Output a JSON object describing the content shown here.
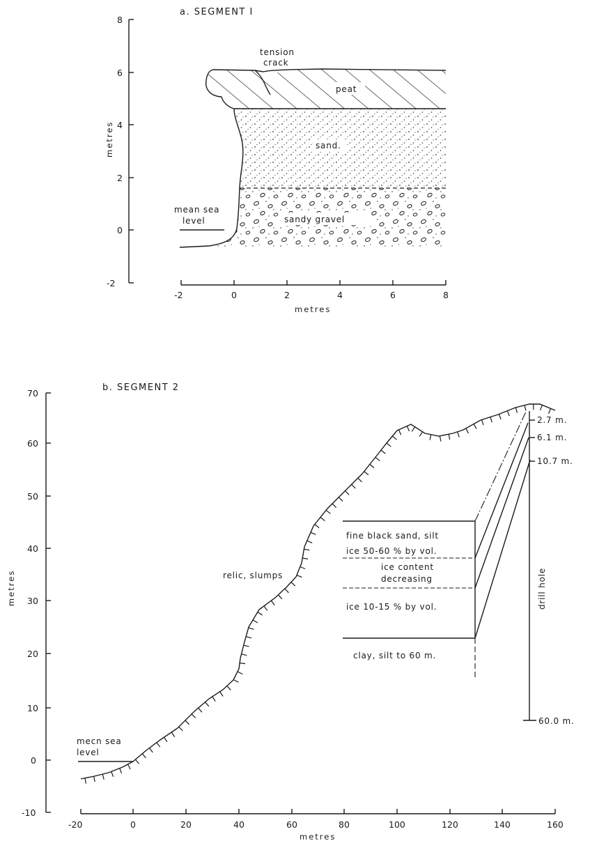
{
  "segment1": {
    "title": "a. SEGMENT I",
    "x_ticks": [
      "-2",
      "0",
      "2",
      "4",
      "6",
      "8"
    ],
    "y_ticks": [
      "8",
      "6",
      "4",
      "2",
      "0",
      "-2"
    ],
    "xlabel": "metres",
    "ylabel": "metres",
    "labels": {
      "tension_crack_1": "tension",
      "tension_crack_2": "crack",
      "peat": "peat",
      "sand": "sand.",
      "sandy_gravel": "sandy gravel",
      "msl_1": "mean sea",
      "msl_2": "level"
    }
  },
  "segment2": {
    "title": "b. SEGMENT 2",
    "x_ticks": [
      "-20",
      "0",
      "20",
      "40",
      "60",
      "80",
      "100",
      "120",
      "140",
      "160"
    ],
    "y_ticks": [
      "70",
      "60",
      "50",
      "40",
      "30",
      "20",
      "10",
      "0",
      "-10"
    ],
    "xlabel": "metres",
    "ylabel": "metres",
    "labels": {
      "relic_slumps": "relic, slumps",
      "msl_1": "mecn sea",
      "msl_2": "level",
      "depth_1": "2.7 m.",
      "depth_2": "6.1 m.",
      "depth_3": "10.7 m.",
      "depth_4": "60.0 m.",
      "drill_hole": "drill hole",
      "layer_1": "fine black sand, silt",
      "layer_2": "ice 50-60 % by vol.",
      "layer_3a": "ice content",
      "layer_3b": "decreasing",
      "layer_4": "ice 10-15 % by vol.",
      "layer_5": "clay, silt to 60 m."
    }
  }
}
